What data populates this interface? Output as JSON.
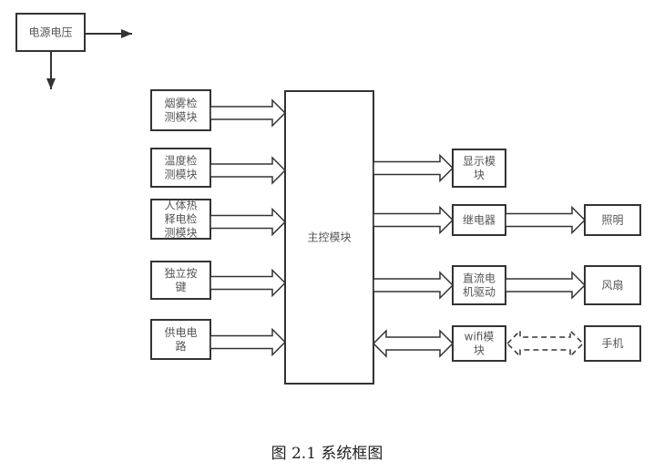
{
  "diagram": {
    "power": {
      "label": "电源电压"
    },
    "inputs": [
      {
        "id": "smoke",
        "lines": [
          "烟雾检",
          "测模块"
        ]
      },
      {
        "id": "temperature",
        "lines": [
          "温度检",
          "测模块"
        ]
      },
      {
        "id": "pir",
        "lines": [
          "人体热",
          "释电检",
          "测模块"
        ]
      },
      {
        "id": "button",
        "lines": [
          "独立按",
          "键"
        ]
      },
      {
        "id": "power-circuit",
        "lines": [
          "供电电",
          "路"
        ]
      }
    ],
    "main": {
      "label": "主控模块"
    },
    "outputs": [
      {
        "id": "display",
        "lines": [
          "显示模",
          "块"
        ],
        "bidirectional": false,
        "next": null
      },
      {
        "id": "relay",
        "lines": [
          "继电器"
        ],
        "bidirectional": false,
        "next": {
          "id": "lighting",
          "label": "照明",
          "link": "solid"
        }
      },
      {
        "id": "dc-motor",
        "lines": [
          "直流电",
          "机驱动"
        ],
        "bidirectional": false,
        "next": {
          "id": "fan",
          "label": "风扇",
          "link": "solid"
        }
      },
      {
        "id": "wifi",
        "lines": [
          "wifi模",
          "块"
        ],
        "bidirectional": true,
        "next": {
          "id": "phone",
          "label": "手机",
          "link": "dashed-bidirectional"
        }
      }
    ]
  },
  "caption": "图 2.1  系统框图"
}
